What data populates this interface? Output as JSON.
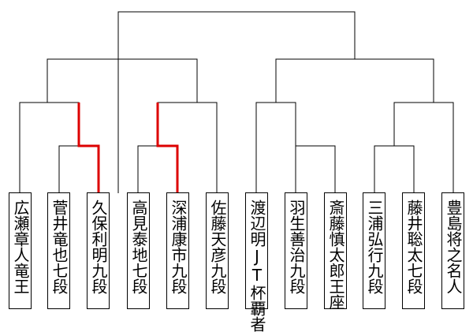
{
  "players": [
    {
      "name": "広瀬章人竜王"
    },
    {
      "name": "菅井竜也七段"
    },
    {
      "name": "久保利明九段"
    },
    {
      "name": "高見泰地七段"
    },
    {
      "name": "深浦康市九段"
    },
    {
      "name": "佐藤天彦九段"
    },
    {
      "name": "渡辺明JT杯覇者"
    },
    {
      "name": "羽生善治九段"
    },
    {
      "name": "斎藤慎太郎王座"
    },
    {
      "name": "三浦弘行九段"
    },
    {
      "name": "藤井聡太七段"
    },
    {
      "name": "豊島将之名人"
    }
  ],
  "results": {
    "match_kubo_vs_sugai": "winner: 久保利明九段",
    "match_fukaura_vs_takami": "winner: 深浦康市九段"
  },
  "colors": {
    "line": "#000000",
    "winner_line": "#dd0000"
  }
}
